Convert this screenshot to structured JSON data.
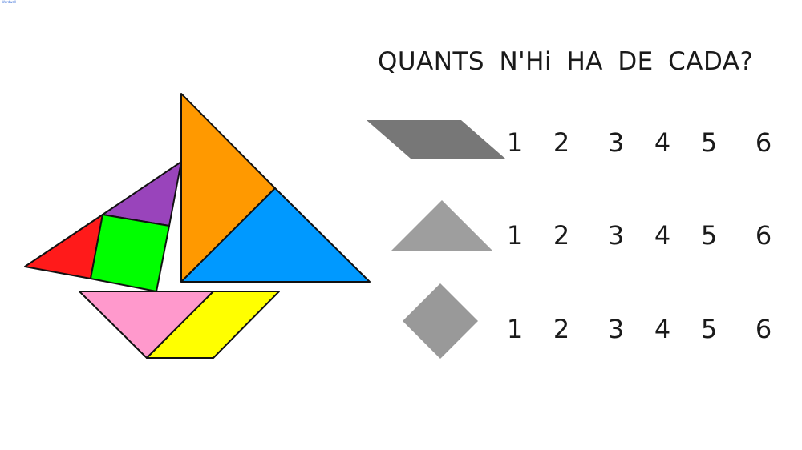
{
  "logo": "Wordwall",
  "question": "QUANTS N'Hi HA DE CADA?",
  "colors": {
    "orange": "#FF9900",
    "blue": "#0099FF",
    "purple": "#9944BB",
    "red": "#FF1A1A",
    "green": "#00FF00",
    "pink": "#FF99CC",
    "yellow": "#FFFF00",
    "icon_dark": "#777777",
    "icon_light": "#9E9E9E"
  },
  "rows": [
    {
      "shape": "parallelogram-icon",
      "options": [
        "1",
        "2",
        "3",
        "4",
        "5",
        "6"
      ]
    },
    {
      "shape": "triangle-icon",
      "options": [
        "1",
        "2",
        "3",
        "4",
        "5",
        "6"
      ]
    },
    {
      "shape": "square-icon",
      "options": [
        "1",
        "2",
        "3",
        "4",
        "5",
        "6"
      ]
    }
  ]
}
